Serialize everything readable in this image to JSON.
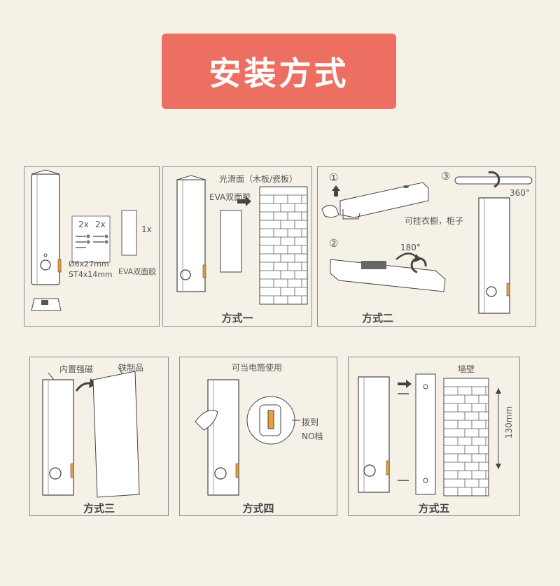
{
  "header": {
    "title": "安装方式"
  },
  "colors": {
    "accent": "#ec6f62",
    "background": "#f6f1e7",
    "line": "#555555",
    "brick": "#ffffff",
    "knob": "#e6a13a"
  },
  "panel_accessories": {
    "qty_left": "2x",
    "qty_right": "2x",
    "qty_tape": "1x",
    "screw_spec": "Ø6x27mm",
    "anchor_spec": "ST4x14mm",
    "tape_label": "EVA双面胶"
  },
  "method_1": {
    "surface_label": "光滑面（木板/瓷板）",
    "tape_label": "EVA双面胶",
    "caption": "方式一"
  },
  "method_2": {
    "step1": "①",
    "step2": "②",
    "step3": "③",
    "rotate_180": "180°",
    "rotate_360": "360°",
    "hang_label": "可挂衣橱，柜子",
    "caption": "方式二"
  },
  "method_3": {
    "magnet_label": "内置强磁",
    "iron_label": "铁制品",
    "caption": "方式三"
  },
  "method_4": {
    "top_label": "可当电筒使用",
    "switch_label_1": "拨到",
    "switch_label_2": "NO档",
    "caption": "方式四"
  },
  "method_5": {
    "wall_label": "墙壁",
    "distance": "130mm",
    "caption": "方式五"
  }
}
